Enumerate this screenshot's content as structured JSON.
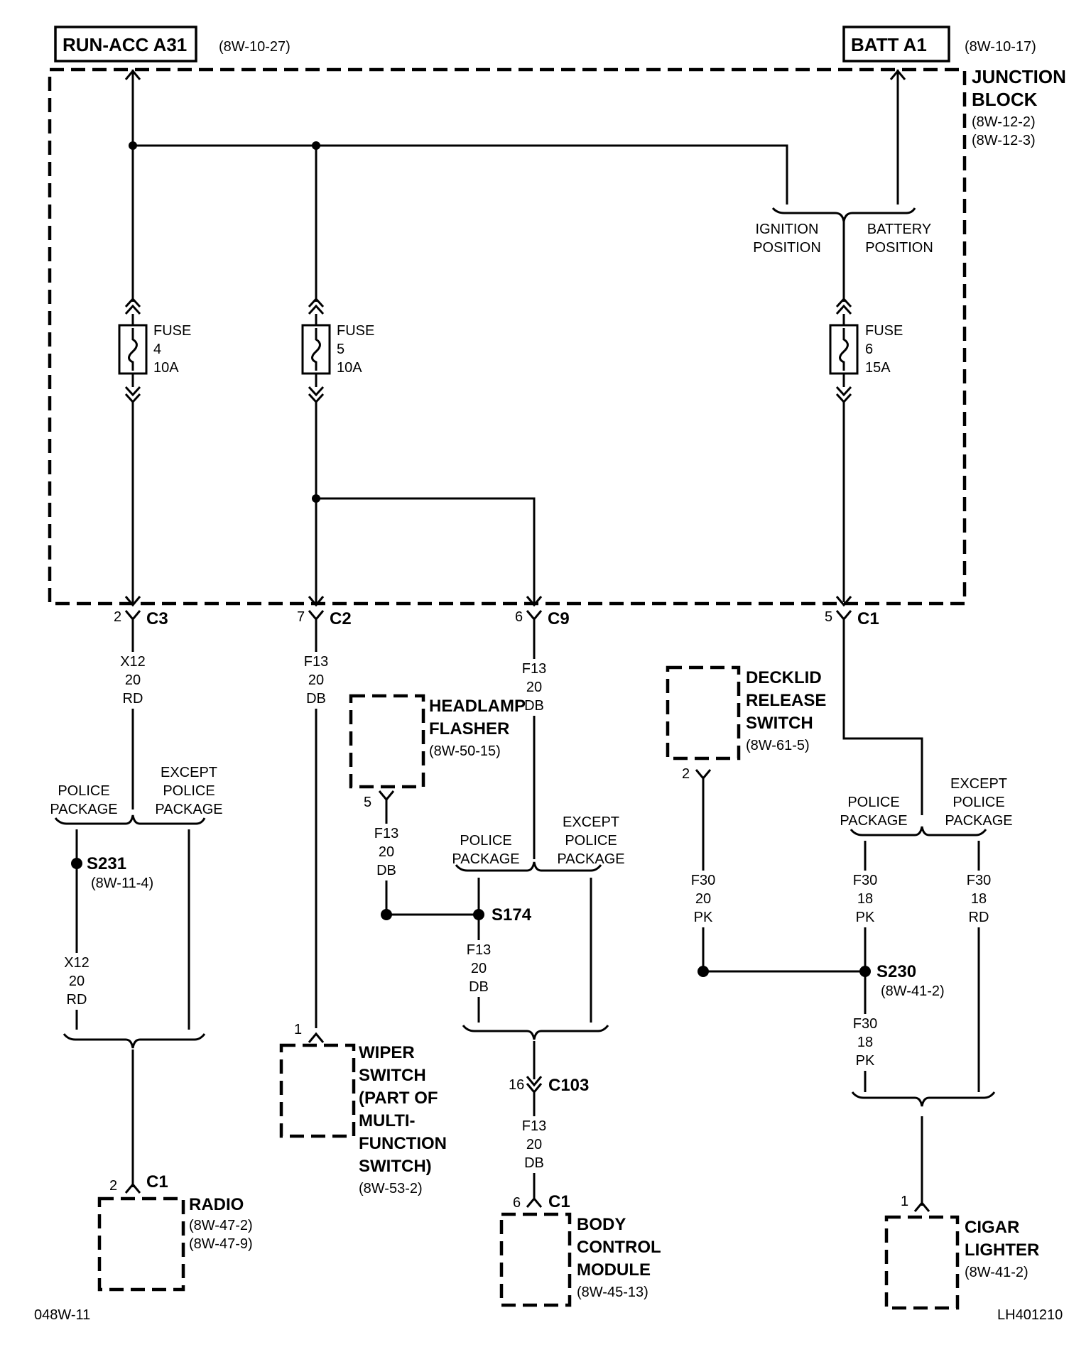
{
  "top": {
    "run_acc": "RUN-ACC A31",
    "run_acc_ref": "(8W-10-27)",
    "batt": "BATT A1",
    "batt_ref": "(8W-10-17)"
  },
  "junction_block": {
    "title_1": "JUNCTION",
    "title_2": "BLOCK",
    "ref_1": "(8W-12-2)",
    "ref_2": "(8W-12-3)",
    "ignition_1": "IGNITION",
    "ignition_2": "POSITION",
    "battery_1": "BATTERY",
    "battery_2": "POSITION"
  },
  "fuses": [
    {
      "label": "FUSE",
      "number": "4",
      "rating": "10A"
    },
    {
      "label": "FUSE",
      "number": "5",
      "rating": "10A"
    },
    {
      "label": "FUSE",
      "number": "6",
      "rating": "15A"
    }
  ],
  "connectors": {
    "c3": {
      "pin": "2",
      "name": "C3"
    },
    "c2": {
      "pin": "7",
      "name": "C2"
    },
    "c9": {
      "pin": "6",
      "name": "C9"
    },
    "c1": {
      "pin": "5",
      "name": "C1"
    },
    "c103": {
      "pin": "16",
      "name": "C103"
    }
  },
  "wires": {
    "x12_a": {
      "circuit": "X12",
      "gauge": "20",
      "color": "RD"
    },
    "x12_b": {
      "circuit": "X12",
      "gauge": "20",
      "color": "RD"
    },
    "f13_wiper": {
      "circuit": "F13",
      "gauge": "20",
      "color": "DB"
    },
    "f13_c9": {
      "circuit": "F13",
      "gauge": "20",
      "color": "DB"
    },
    "f13_flasher": {
      "circuit": "F13",
      "gauge": "20",
      "color": "DB"
    },
    "f13_s174": {
      "circuit": "F13",
      "gauge": "20",
      "color": "DB"
    },
    "f13_bcm": {
      "circuit": "F13",
      "gauge": "20",
      "color": "DB"
    },
    "f30_decklid": {
      "circuit": "F30",
      "gauge": "20",
      "color": "PK"
    },
    "f30_police": {
      "circuit": "F30",
      "gauge": "18",
      "color": "PK"
    },
    "f30_except": {
      "circuit": "F30",
      "gauge": "18",
      "color": "RD"
    },
    "f30_s230": {
      "circuit": "F30",
      "gauge": "18",
      "color": "PK"
    }
  },
  "packages": {
    "police_1": "POLICE",
    "police_2": "PACKAGE",
    "except_1": "EXCEPT",
    "except_2": "POLICE",
    "except_3": "PACKAGE"
  },
  "splices": {
    "s231": {
      "name": "S231",
      "ref": "(8W-11-4)"
    },
    "s174": {
      "name": "S174"
    },
    "s230": {
      "name": "S230",
      "ref": "(8W-41-2)"
    }
  },
  "components": {
    "headlamp": {
      "line1": "HEADLAMP",
      "line2": "FLASHER",
      "ref": "(8W-50-15)",
      "pin": "5"
    },
    "decklid": {
      "line1": "DECKLID",
      "line2": "RELEASE",
      "line3": "SWITCH",
      "ref": "(8W-61-5)",
      "pin": "2"
    },
    "wiper": {
      "line1": "WIPER",
      "line2": "SWITCH",
      "line3": "(PART OF",
      "line4": "MULTI-",
      "line5": "FUNCTION",
      "line6": "SWITCH)",
      "ref": "(8W-53-2)",
      "pin": "1"
    },
    "radio": {
      "name": "RADIO",
      "ref_1": "(8W-47-2)",
      "ref_2": "(8W-47-9)",
      "pin": "2",
      "connector": "C1"
    },
    "bcm": {
      "line1": "BODY",
      "line2": "CONTROL",
      "line3": "MODULE",
      "ref": "(8W-45-13)",
      "pin": "6",
      "connector": "C1"
    },
    "cigar": {
      "line1": "CIGAR",
      "line2": "LIGHTER",
      "ref": "(8W-41-2)",
      "pin": "1"
    }
  },
  "footer": {
    "left": "048W-11",
    "right": "LH401210"
  }
}
